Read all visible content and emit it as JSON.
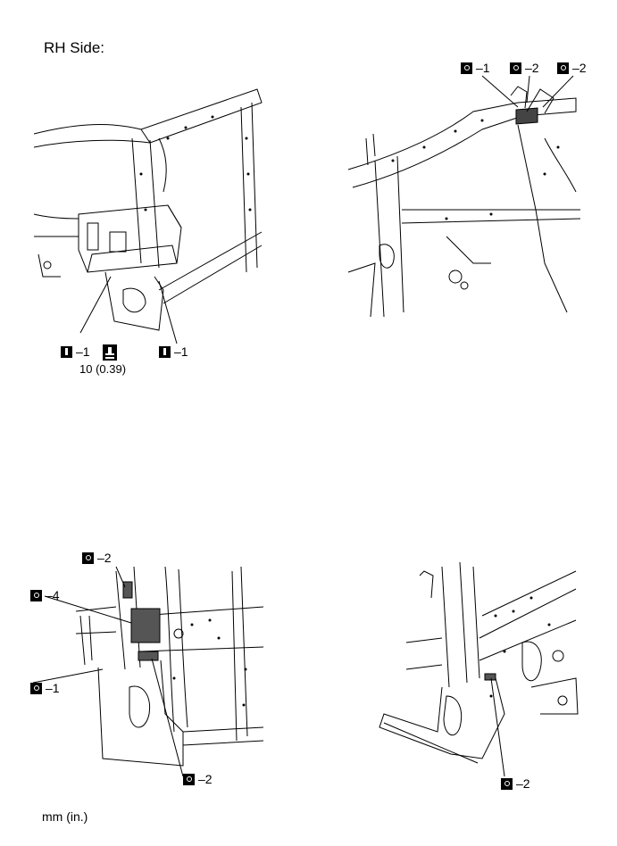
{
  "title": "RH Side:",
  "units": "mm (in.)",
  "torque": {
    "icon": "torque-wrench-icon",
    "value": "10 (0.39)"
  },
  "callouts": {
    "panel1": [
      {
        "symbol": "I",
        "number": "1"
      },
      {
        "symbol": "I",
        "number": "1"
      }
    ],
    "panel2": [
      {
        "symbol": "O",
        "number": "1"
      },
      {
        "symbol": "O",
        "number": "2"
      },
      {
        "symbol": "O",
        "number": "2"
      }
    ],
    "panel3": [
      {
        "symbol": "O",
        "number": "2"
      },
      {
        "symbol": "O",
        "number": "4"
      },
      {
        "symbol": "O",
        "number": "1"
      },
      {
        "symbol": "O",
        "number": "2"
      }
    ],
    "panel4": [
      {
        "symbol": "O",
        "number": "2"
      }
    ]
  },
  "dash": "–"
}
